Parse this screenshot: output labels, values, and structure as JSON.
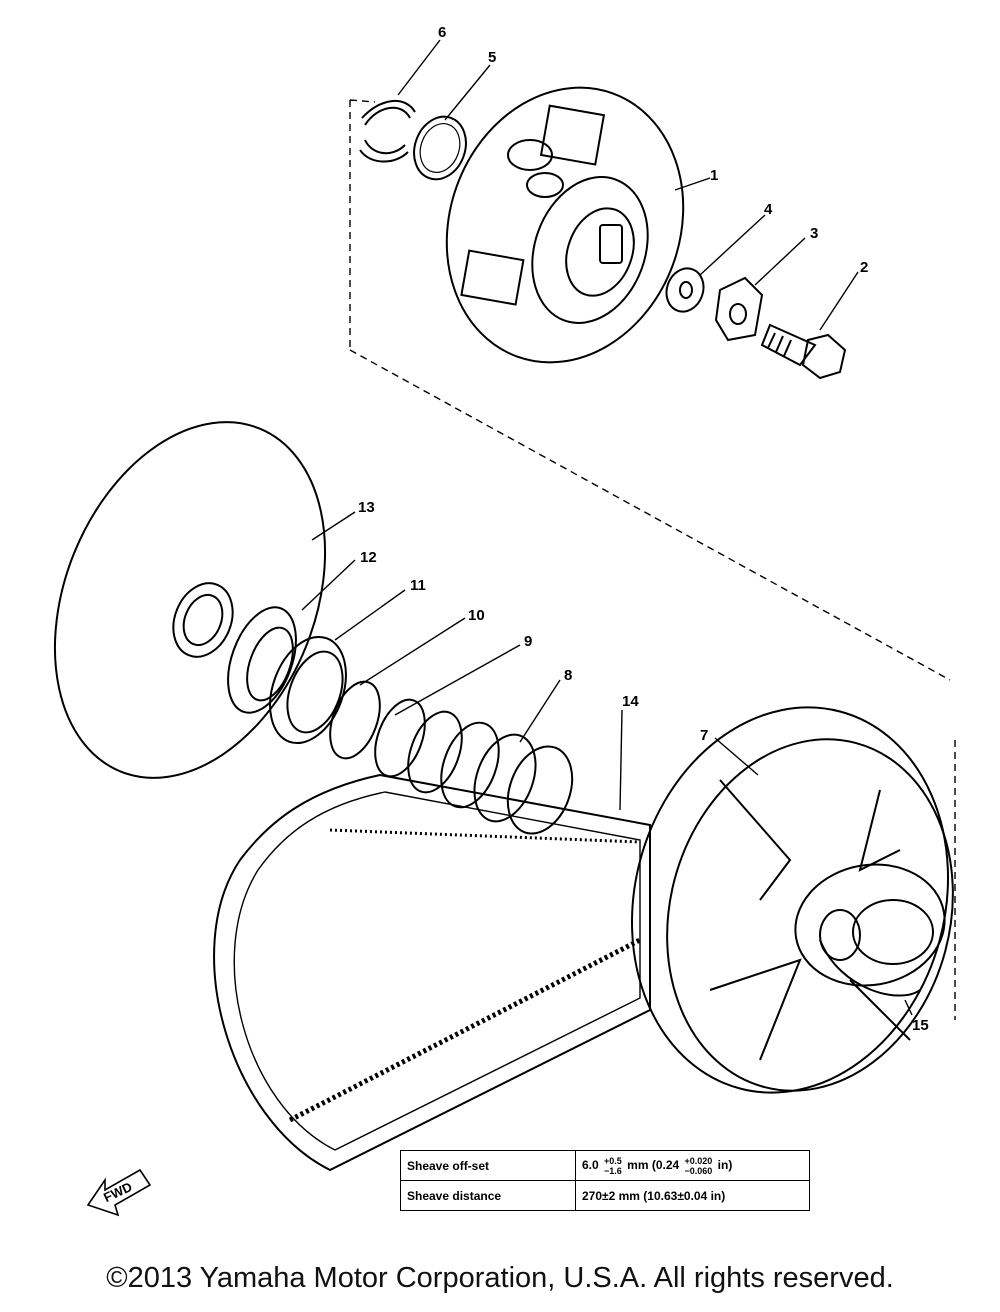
{
  "callouts": [
    "6",
    "5",
    "1",
    "4",
    "3",
    "2",
    "13",
    "12",
    "11",
    "10",
    "9",
    "8",
    "14",
    "7",
    "15"
  ],
  "fwd_label": "FWD",
  "spec_table": {
    "rows": [
      {
        "label": "Sheave off-set",
        "value_main": "6.0",
        "tol_plus": "+0.5",
        "tol_minus": "−1.6",
        "unit": "mm (0.24",
        "in_plus": "+0.020",
        "in_minus": "−0.060",
        "in_unit": "in)"
      },
      {
        "label": "Sheave distance",
        "value_text": "270±2 mm (10.63±0.04 in)"
      }
    ]
  },
  "copyright": "©2013 Yamaha Motor Corporation, U.S.A. All rights reserved."
}
